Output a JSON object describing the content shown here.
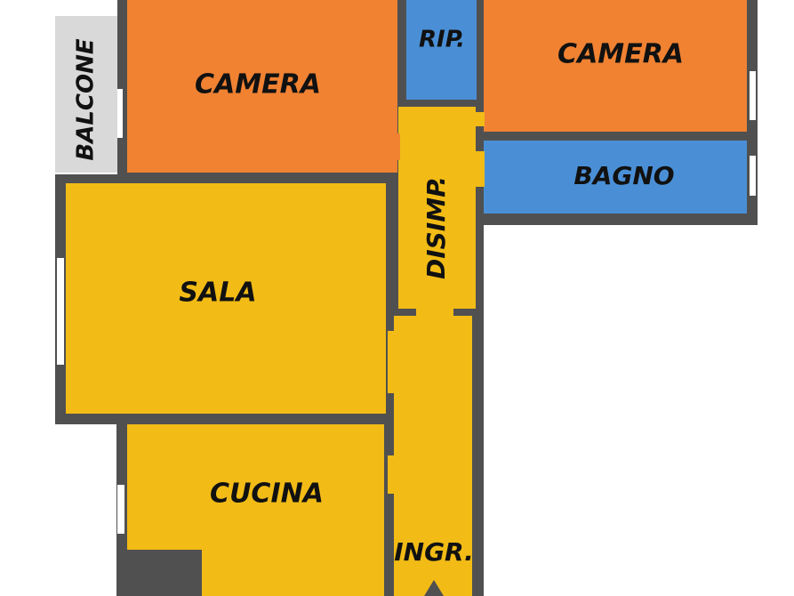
{
  "colors": {
    "wall": "#505050",
    "camera": "#f08232",
    "service": "#4a8fd6",
    "living": "#f2bb16",
    "balcone": "#d9d9d9",
    "window": "#ffffff",
    "label": "#111111"
  },
  "rooms": {
    "balcone": "BALCONE",
    "camera_left": "CAMERA",
    "rip": "RIP.",
    "camera_right": "CAMERA",
    "bagno": "BAGNO",
    "disimp": "DISIMP.",
    "sala": "SALA",
    "cucina": "CUCINA",
    "ingr": "INGR."
  },
  "entrance_icon": "entrance-arrow-icon"
}
